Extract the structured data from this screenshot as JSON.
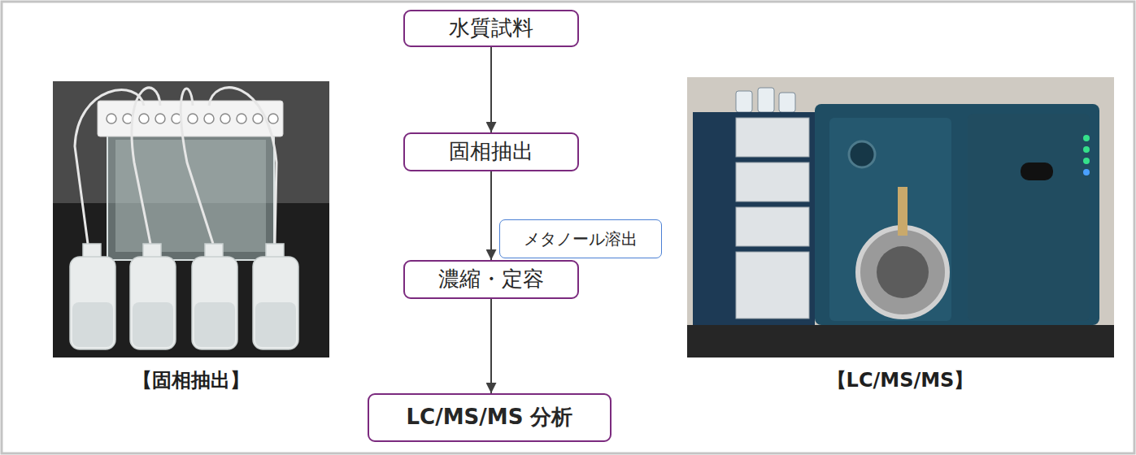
{
  "diagram": {
    "nodes": [
      {
        "text": [
          "水質試料"
        ]
      },
      {
        "text": [
          "固相抽出"
        ]
      },
      {
        "text": [
          "メタノール溶出"
        ]
      },
      {
        "text": [
          "濃縮・定容"
        ]
      },
      {
        "text": [
          "LC/MS/MS 分析"
        ]
      }
    ],
    "edges": [
      {
        "from": 0,
        "to": 1,
        "arrow": "to"
      },
      {
        "from": 1,
        "to": 3,
        "arrow": "to"
      },
      {
        "from": 3,
        "to": 4,
        "arrow": "to"
      }
    ],
    "labels": [
      "【固相抽出】",
      "【LC/MS/MS】"
    ]
  }
}
